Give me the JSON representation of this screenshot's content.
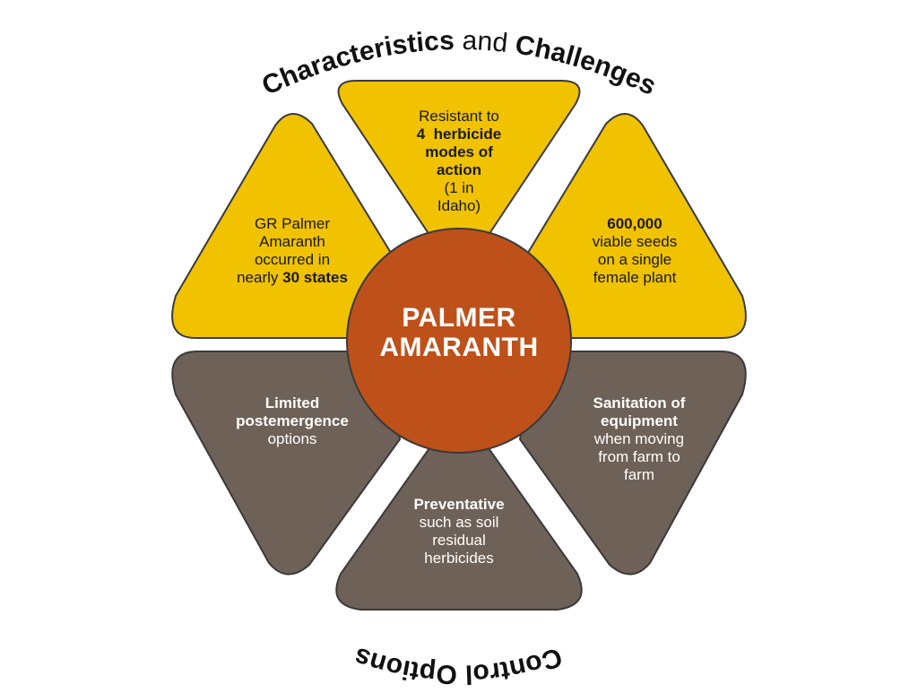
{
  "center": {
    "line1": "PALMER",
    "line2": "AMARANTH"
  },
  "arcs": {
    "top": {
      "word1": "Characteristics",
      "word2": "and",
      "word3": "Challenges"
    },
    "bottom": "Control Options"
  },
  "segments": {
    "herbicide": {
      "line1": "Resistant to",
      "line2": "4  herbicide",
      "line3": "modes of",
      "line4": "action",
      "line5": "(1 in",
      "line6": "Idaho)"
    },
    "gr_states": {
      "line1": "GR Palmer",
      "line2": "Amaranth",
      "line3": "occurred in",
      "line4a": "nearly ",
      "line4b": "30 states"
    },
    "seeds": {
      "line1": "600,000",
      "line2": "viable seeds",
      "line3": "on a single",
      "line4": "female plant"
    },
    "postemergence": {
      "line1": "Limited",
      "line2": "postemergence",
      "line3": "options"
    },
    "preventative": {
      "line1": "Preventative",
      "line2": "such as soil",
      "line3": "residual",
      "line4": "herbicides"
    },
    "sanitation": {
      "line1": "Sanitation of",
      "line2": "equipment",
      "line3": "when moving",
      "line4": "from farm to",
      "line5": "farm"
    }
  },
  "colors": {
    "yellow": "#F0C200",
    "gray": "#6E6157",
    "center": "#BE5019",
    "outline": "#3a3a3a"
  }
}
